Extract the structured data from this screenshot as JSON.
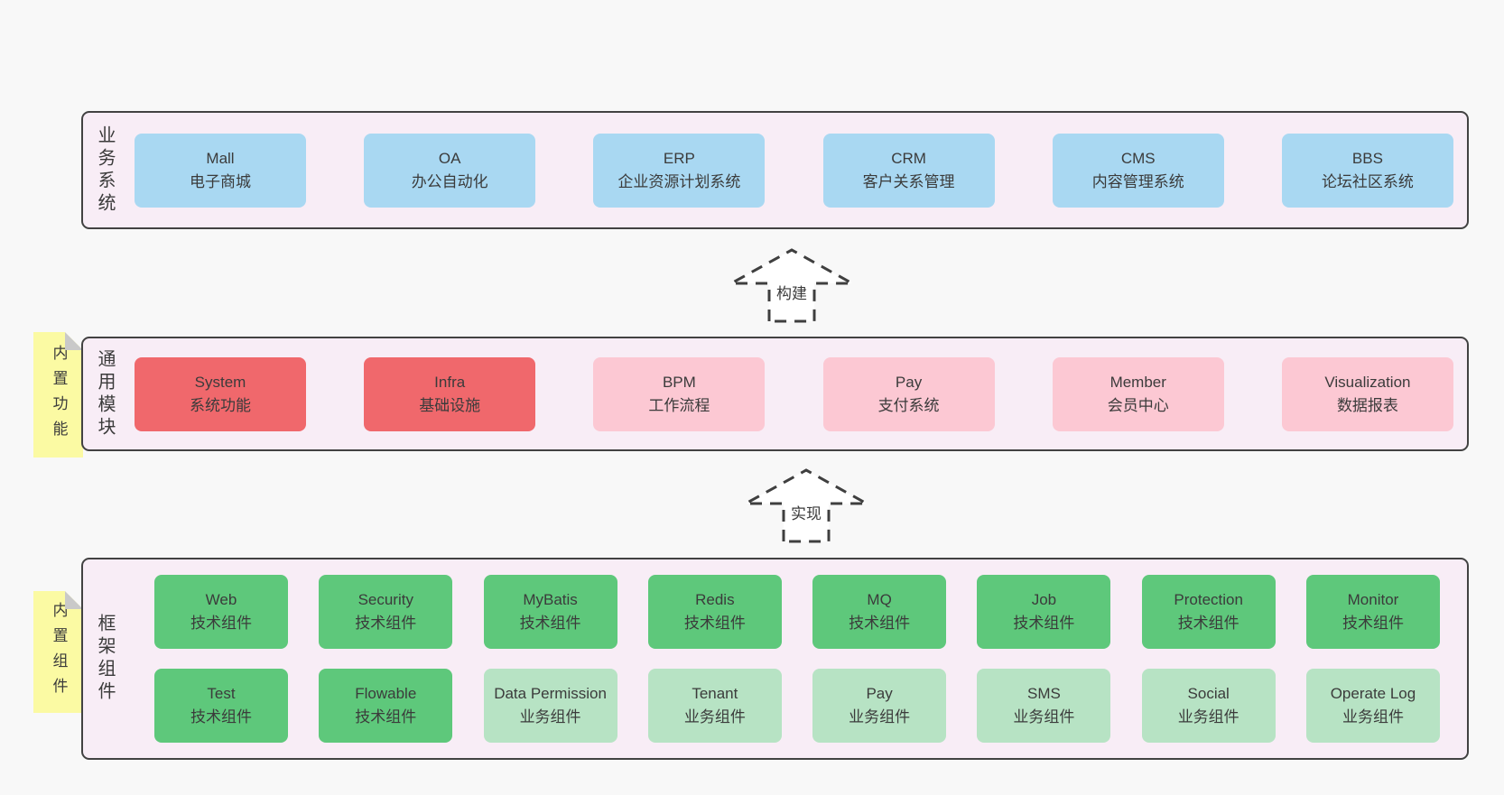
{
  "colors": {
    "page_background": "#f8f8f8",
    "container_background": "#f8edf6",
    "container_border": "#424242",
    "box_blue": "#a9d8f2",
    "box_red": "#f0686c",
    "box_pink": "#fcc8d3",
    "box_green": "#5ec87b",
    "box_light_green": "#b7e3c4",
    "sticky_yellow": "#fbfaa3",
    "sticky_fold_gray": "#c9c9c9",
    "text": "#3b3b3b"
  },
  "arrows": [
    {
      "label": "构建"
    },
    {
      "label": "实现"
    }
  ],
  "layers": [
    {
      "label": "业务系统",
      "boxes": [
        {
          "name": "Mall",
          "subtitle": "电子商城"
        },
        {
          "name": "OA",
          "subtitle": "办公自动化"
        },
        {
          "name": "ERP",
          "subtitle": "企业资源计划系统"
        },
        {
          "name": "CRM",
          "subtitle": "客户关系管理"
        },
        {
          "name": "CMS",
          "subtitle": "内容管理系统"
        },
        {
          "name": "BBS",
          "subtitle": "论坛社区系统"
        }
      ]
    },
    {
      "label": "通用模块",
      "sticky": "内置功能",
      "boxes": [
        {
          "name": "System",
          "subtitle": "系统功能"
        },
        {
          "name": "Infra",
          "subtitle": "基础设施"
        },
        {
          "name": "BPM",
          "subtitle": "工作流程"
        },
        {
          "name": "Pay",
          "subtitle": "支付系统"
        },
        {
          "name": "Member",
          "subtitle": "会员中心"
        },
        {
          "name": "Visualization",
          "subtitle": "数据报表"
        }
      ]
    },
    {
      "label": "框架组件",
      "sticky": "内置组件",
      "rows": [
        [
          {
            "name": "Web",
            "subtitle": "技术组件"
          },
          {
            "name": "Security",
            "subtitle": "技术组件"
          },
          {
            "name": "MyBatis",
            "subtitle": "技术组件"
          },
          {
            "name": "Redis",
            "subtitle": "技术组件"
          },
          {
            "name": "MQ",
            "subtitle": "技术组件"
          },
          {
            "name": "Job",
            "subtitle": "技术组件"
          },
          {
            "name": "Protection",
            "subtitle": "技术组件"
          },
          {
            "name": "Monitor",
            "subtitle": "技术组件"
          }
        ],
        [
          {
            "name": "Test",
            "subtitle": "技术组件"
          },
          {
            "name": "Flowable",
            "subtitle": "技术组件"
          },
          {
            "name": "Data Permission",
            "subtitle": "业务组件"
          },
          {
            "name": "Tenant",
            "subtitle": "业务组件"
          },
          {
            "name": "Pay",
            "subtitle": "业务组件"
          },
          {
            "name": "SMS",
            "subtitle": "业务组件"
          },
          {
            "name": "Social",
            "subtitle": "业务组件"
          },
          {
            "name": "Operate Log",
            "subtitle": "业务组件"
          }
        ]
      ]
    }
  ]
}
